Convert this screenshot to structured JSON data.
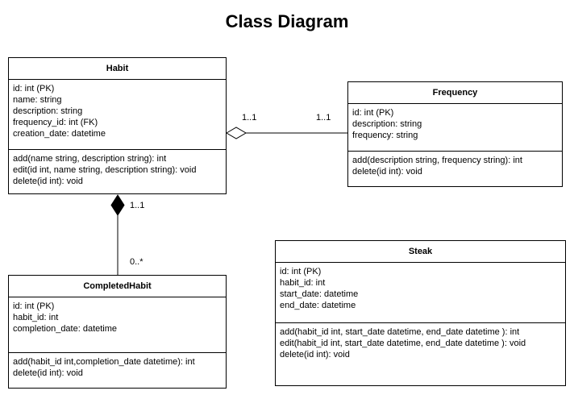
{
  "title": "Class Diagram",
  "classes": {
    "habit": {
      "name": "Habit",
      "attributes": [
        "id: int (PK)",
        "name: string",
        "description: string",
        "frequency_id: int (FK)",
        "creation_date: datetime"
      ],
      "methods": [
        "add(name string, description string): int",
        "edit(id int, name string, description string): void",
        "delete(id int): void"
      ]
    },
    "frequency": {
      "name": "Frequency",
      "attributes": [
        "id: int (PK)",
        "description: string",
        "frequency: string"
      ],
      "methods": [
        "add(description string, frequency string): int",
        "delete(id int): void"
      ]
    },
    "completed": {
      "name": "CompletedHabit",
      "attributes": [
        "id: int (PK)",
        "habit_id: int",
        "completion_date: datetime"
      ],
      "methods": [
        "add(habit_id int,completion_date datetime): int",
        "delete(id int): void"
      ]
    },
    "steak": {
      "name": "Steak",
      "attributes": [
        "id: int (PK)",
        "habit_id: int",
        "start_date: datetime",
        "end_date: datetime"
      ],
      "methods": [
        "add(habit_id int, start_date datetime, end_date datetime ): int",
        "edit(habit_id int, start_date datetime, end_date datetime ): void",
        "delete(id int): void"
      ]
    }
  },
  "associations": {
    "habit_frequency": {
      "source_mult": "1..1",
      "target_mult": "1..1"
    },
    "habit_completed": {
      "source_mult": "1..1",
      "target_mult": "0..*"
    }
  }
}
